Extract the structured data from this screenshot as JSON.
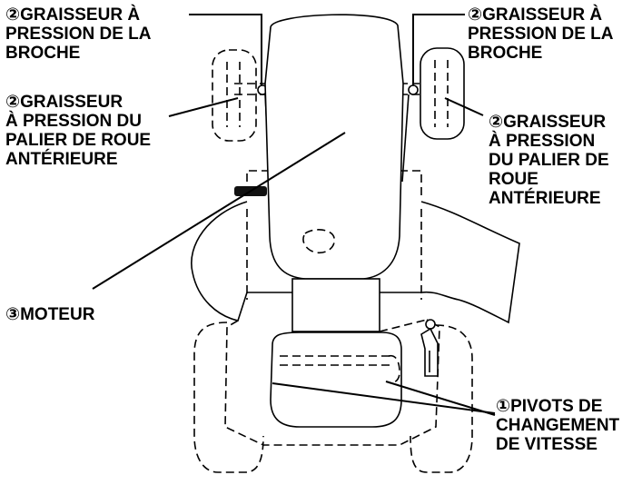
{
  "labels": {
    "spindle_left": "②GRAISSEUR À\nPRESSION DE LA\nBROCHE",
    "spindle_right": "②GRAISSEUR À\nPRESSION DE LA\nBROCHE",
    "wheel_bearing_left": "②GRAISSEUR\nÀ PRESSION DU\nPALIER DE ROUE\nANTÉRIEURE",
    "wheel_bearing_right": "②GRAISSEUR\nÀ PRESSION\nDU PALIER DE\nROUE\nANTÉRIEURE",
    "engine": "③MOTEUR",
    "shift_pivots": "①PIVOTS DE\nCHANGEMENT\nDE VITESSE"
  }
}
